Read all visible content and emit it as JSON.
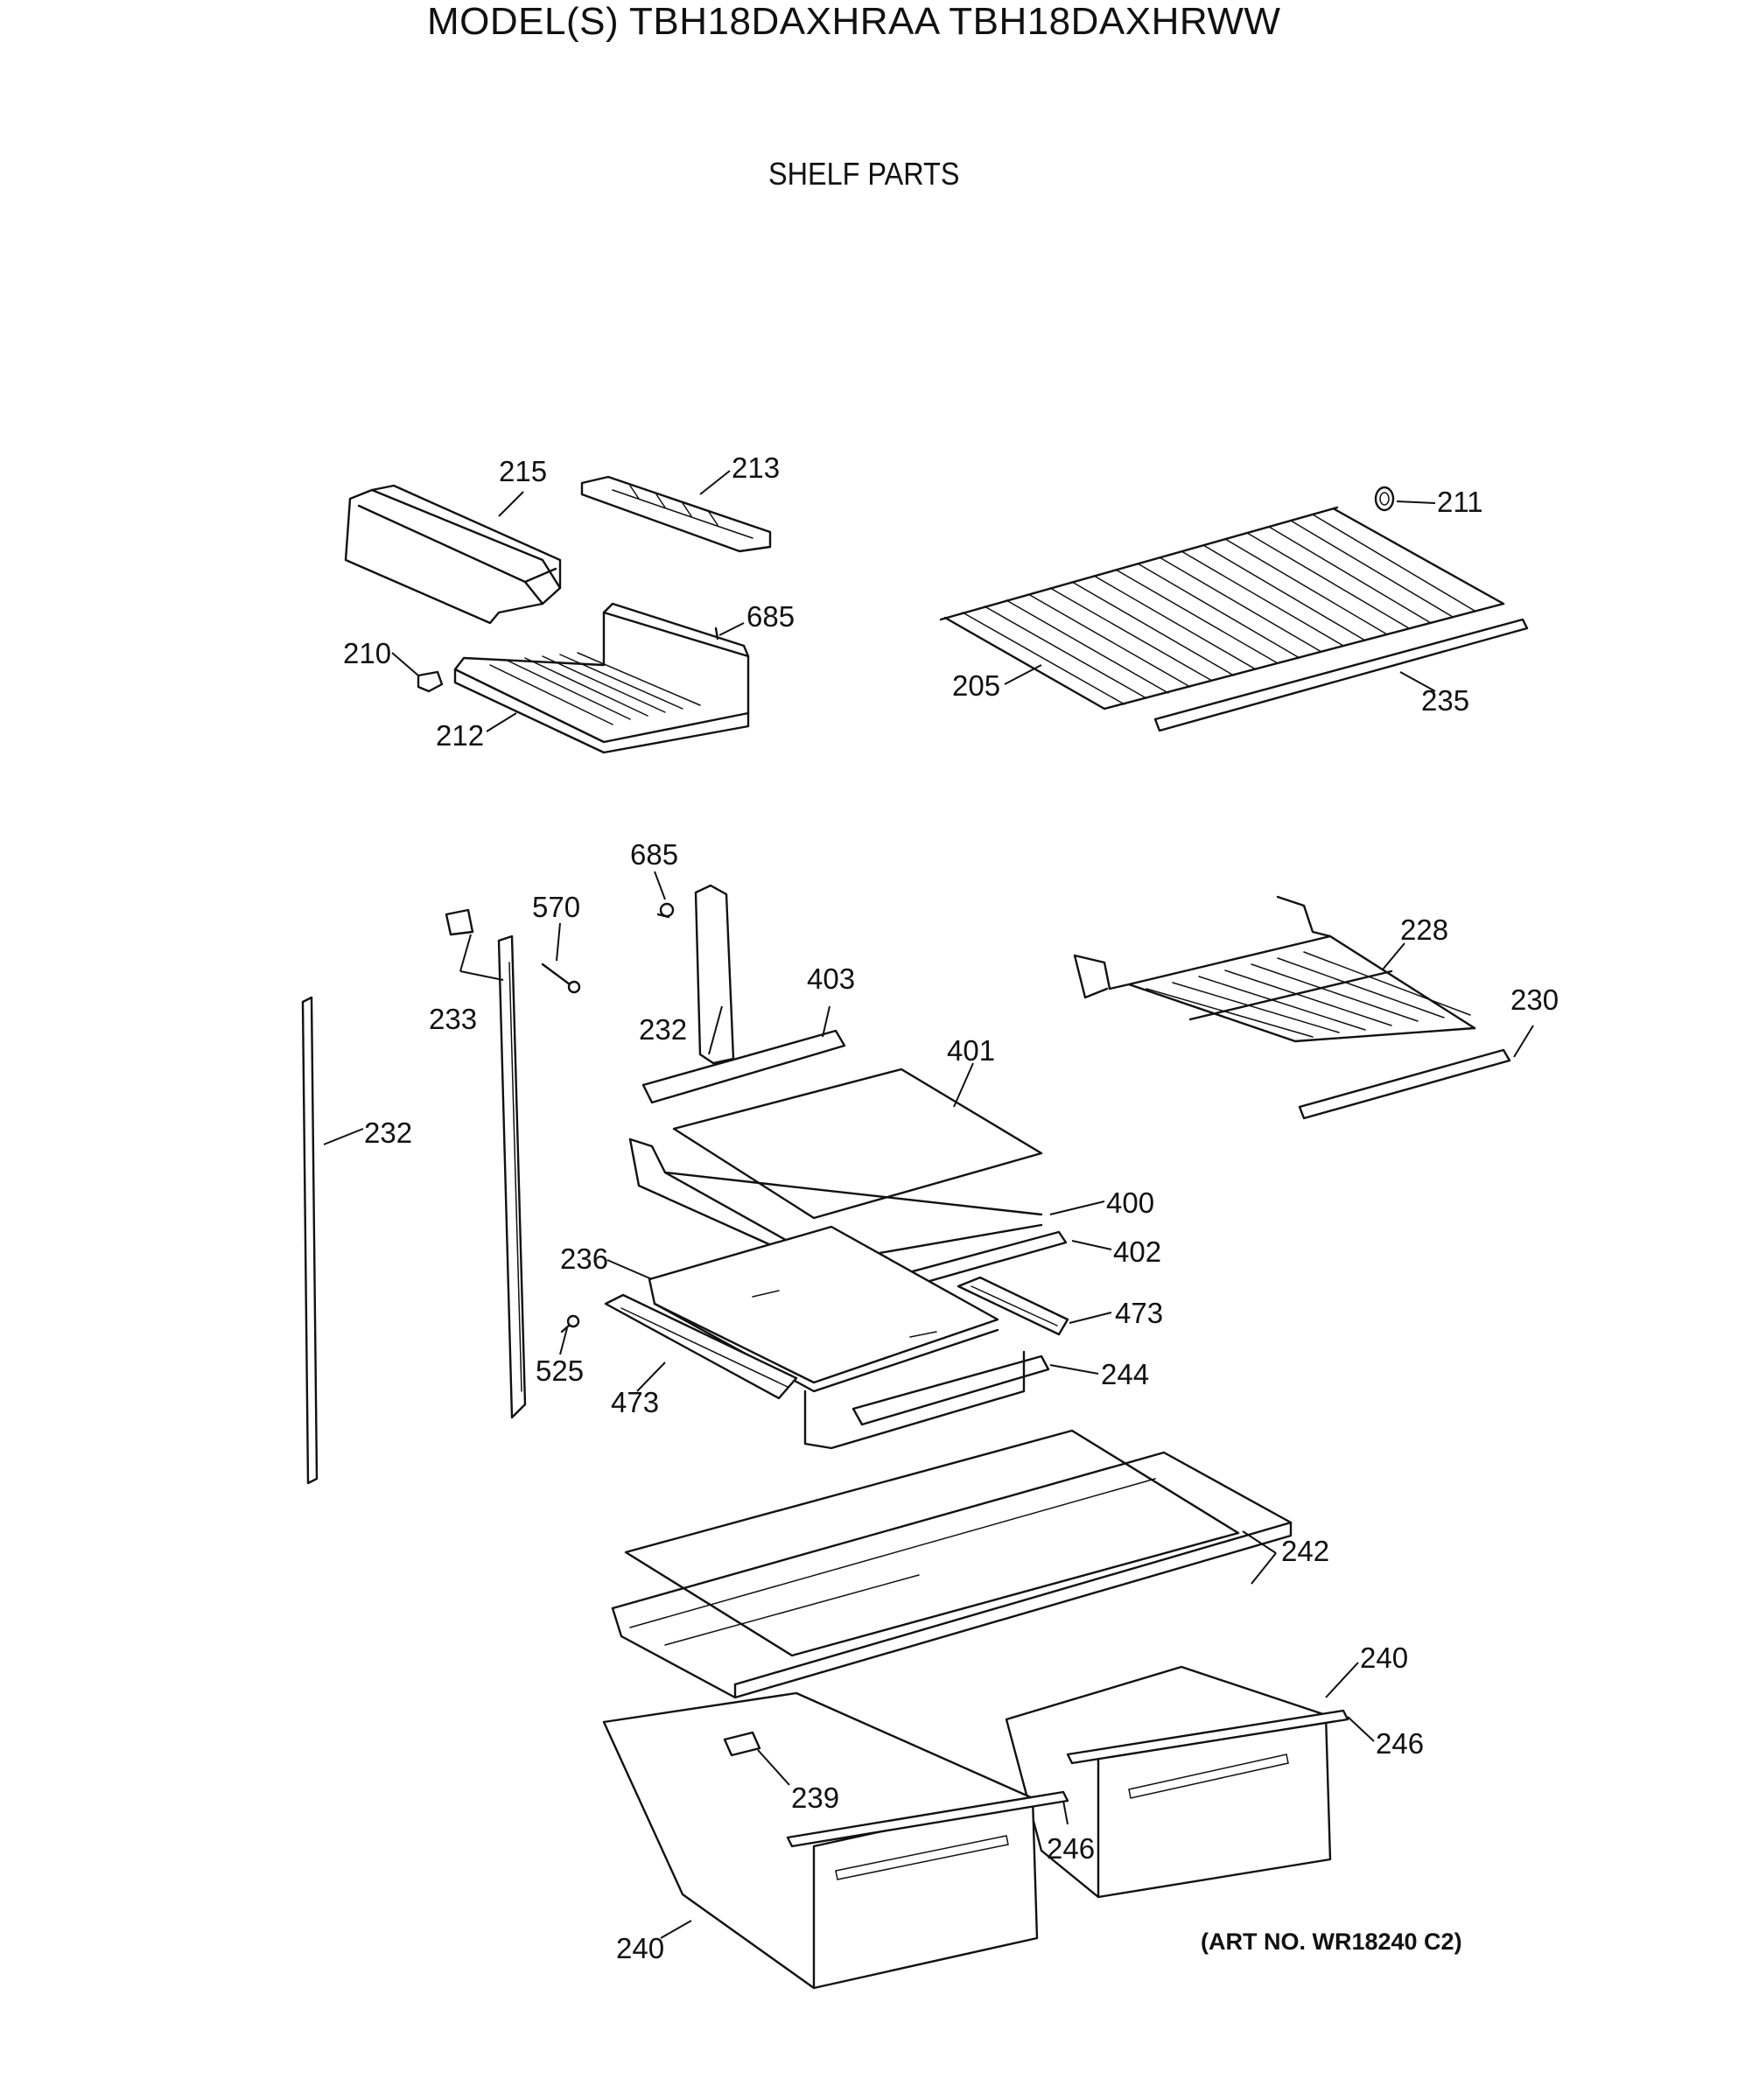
{
  "header": {
    "title": "MODEL(S) TBH18DAXHRAA  TBH18DAXHRWW",
    "subtitle": "SHELF PARTS"
  },
  "footer": {
    "art_number": "(ART NO. WR18240 C2)"
  },
  "parts": {
    "p215": "215",
    "p213": "213",
    "p211": "211",
    "p685a": "685",
    "p210": "210",
    "p212": "212",
    "p205": "205",
    "p235": "235",
    "p685b": "685",
    "p570": "570",
    "p228": "228",
    "p403": "403",
    "p230": "230",
    "p233": "233",
    "p232a": "232",
    "p401": "401",
    "p232b": "232",
    "p400": "400",
    "p402": "402",
    "p236": "236",
    "p473a": "473",
    "p525": "525",
    "p244": "244",
    "p473b": "473",
    "p242": "242",
    "p240a": "240",
    "p246a": "246",
    "p239": "239",
    "p246b": "246",
    "p240b": "240"
  }
}
